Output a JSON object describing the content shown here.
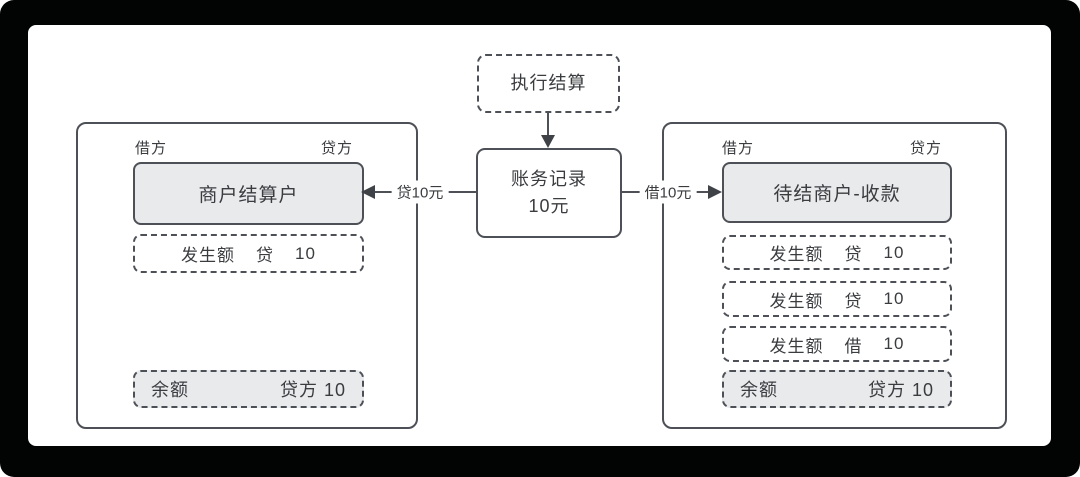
{
  "colors": {
    "frame": "#020303",
    "sheet": "#ffffff",
    "line": "#4d5157",
    "text": "#3a3c3f",
    "box_fill": "#e8eaec"
  },
  "trigger": {
    "label": "执行结算"
  },
  "record": {
    "title": "账务记录",
    "amount": "10元"
  },
  "edges": {
    "to_left_account": {
      "label": "贷10元"
    },
    "to_right_account": {
      "label": "借10元"
    }
  },
  "left_account": {
    "debit_header": "借方",
    "credit_header": "贷方",
    "title": "商户结算户",
    "entries": [
      {
        "label": "发生额",
        "side": "贷",
        "amount": "10"
      }
    ],
    "balance": {
      "label": "余额",
      "value": "贷方 10"
    }
  },
  "right_account": {
    "debit_header": "借方",
    "credit_header": "贷方",
    "title": "待结商户-收款",
    "entries": [
      {
        "label": "发生额",
        "side": "贷",
        "amount": "10"
      },
      {
        "label": "发生额",
        "side": "贷",
        "amount": "10"
      },
      {
        "label": "发生额",
        "side": "借",
        "amount": "10"
      }
    ],
    "balance": {
      "label": "余额",
      "value": "贷方 10"
    }
  }
}
